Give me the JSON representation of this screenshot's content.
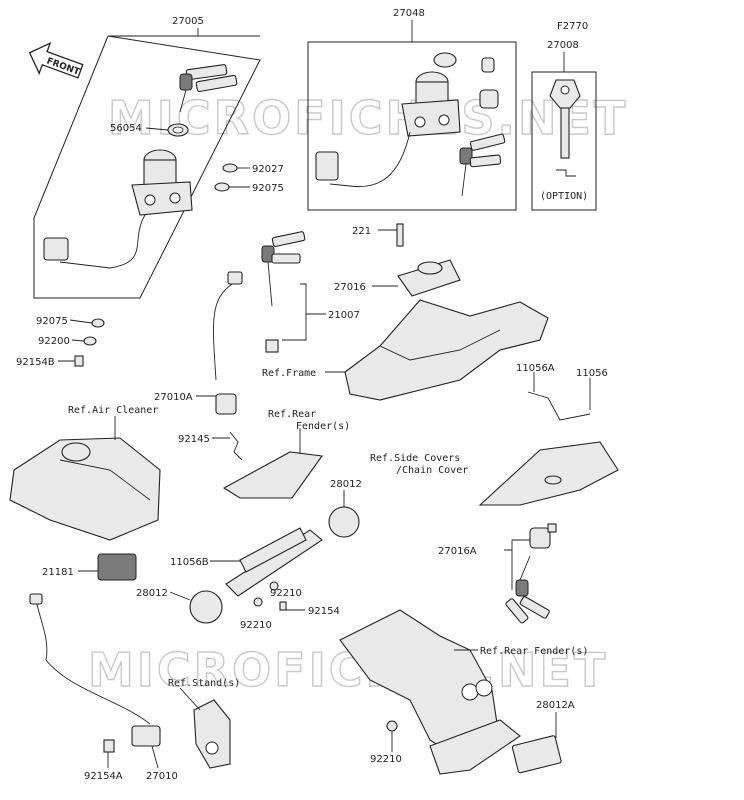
{
  "watermark": "MICROFICHES.NET",
  "front_arrow": "FRONT",
  "parts": [
    {
      "id": "p27005",
      "number": "27005"
    },
    {
      "id": "p27048",
      "number": "27048"
    },
    {
      "id": "pF2770",
      "number": "F2770"
    },
    {
      "id": "p27008",
      "number": "27008"
    },
    {
      "id": "p56054",
      "number": "56054"
    },
    {
      "id": "p92027",
      "number": "92027"
    },
    {
      "id": "p92075a",
      "number": "92075"
    },
    {
      "id": "p221",
      "number": "221"
    },
    {
      "id": "p27016",
      "number": "27016"
    },
    {
      "id": "p21007",
      "number": "21007"
    },
    {
      "id": "p92075b",
      "number": "92075"
    },
    {
      "id": "p92200",
      "number": "92200"
    },
    {
      "id": "p92154B",
      "number": "92154B"
    },
    {
      "id": "p27010A",
      "number": "27010A"
    },
    {
      "id": "p11056A",
      "number": "11056A"
    },
    {
      "id": "p11056",
      "number": "11056"
    },
    {
      "id": "p92145",
      "number": "92145"
    },
    {
      "id": "p28012a",
      "number": "28012"
    },
    {
      "id": "p11056B",
      "number": "11056B"
    },
    {
      "id": "p27016A",
      "number": "27016A"
    },
    {
      "id": "p21181",
      "number": "21181"
    },
    {
      "id": "p92210a",
      "number": "92210"
    },
    {
      "id": "p28012b",
      "number": "28012"
    },
    {
      "id": "p92154",
      "number": "92154"
    },
    {
      "id": "p92210b",
      "number": "92210"
    },
    {
      "id": "p28012A",
      "number": "28012A"
    },
    {
      "id": "p92210c",
      "number": "92210"
    },
    {
      "id": "p92154A",
      "number": "92154A"
    },
    {
      "id": "p27010",
      "number": "27010"
    }
  ],
  "refs": {
    "option": "(OPTION)",
    "frame": "Ref.Frame",
    "air_cleaner": "Ref.Air Cleaner",
    "rear_fender_1": "Ref.Rear",
    "rear_fender_2": "Fender(s)",
    "side_covers_1": "Ref.Side Covers",
    "side_covers_2": "/Chain Cover",
    "rear_fender_b": "Ref.Rear Fender(s)",
    "stand": "Ref.Stand(s)"
  }
}
